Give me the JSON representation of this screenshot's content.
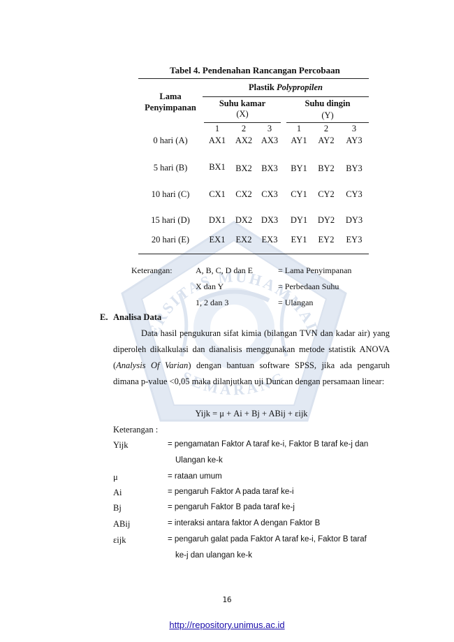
{
  "table": {
    "title": "Tabel 4. Pendenahan Rancangan Percobaan",
    "row_header_line1": "Lama",
    "row_header_line2": "Penyimpanan",
    "group_prefix": "Plastik ",
    "group_italic": "Polypropilen",
    "sub1_name": "Suhu kamar",
    "sub1_code": "(X)",
    "sub2_name": "Suhu dingin",
    "sub2_code": "(Y)",
    "rep_numbers": [
      "1",
      "2",
      "3",
      "1",
      "2",
      "3"
    ],
    "rows": [
      {
        "label": "0 hari (A)",
        "cells": [
          "AX1",
          "AX2",
          "AX3",
          "AY1",
          "AY2",
          "AY3"
        ]
      },
      {
        "label": "5 hari (B)",
        "cells": [
          "BX1",
          "BX2",
          "BX3",
          "BY1",
          "BY2",
          "BY3"
        ]
      },
      {
        "label": "10 hari (C)",
        "cells": [
          "CX1",
          "CX2",
          "CX3",
          "CY1",
          "CY2",
          "CY3"
        ]
      },
      {
        "label": "15 hari (D)",
        "cells": [
          "DX1",
          "DX2",
          "DX3",
          "DY1",
          "DY2",
          "DY3"
        ]
      },
      {
        "label": "20 hari (E)",
        "cells": [
          "EX1",
          "EX2",
          "EX3",
          "EY1",
          "EY2",
          "EY3"
        ]
      }
    ]
  },
  "keterangan": {
    "label": "Keterangan:",
    "items": [
      {
        "sym": "A, B, C, D dan E",
        "desc": "= Lama Penyimpanan"
      },
      {
        "sym": "X dan Y",
        "desc": "= Perbedaan Suhu"
      },
      {
        "sym": "1, 2 dan 3",
        "desc": "= Ulangan"
      }
    ]
  },
  "section": {
    "letter": "E.",
    "heading": "Analisa Data",
    "para_part1": "Data hasil pengukuran sifat kimia (bilangan TVN dan kadar air) yang diperoleh dikalkulasi dan dianalisis menggunakan metode statistik ANOVA (",
    "para_italic": "Analysis Of Varian",
    "para_part2": ") dengan bantuan software SPSS, jika ada pengaruh dimana p-value <0,05 maka dilanjutkan uji Duncan dengan persamaan linear:",
    "formula": "Yijk = μ + Ai + Bj + ABij + εijk",
    "ket_label": "Keterangan :",
    "defs": [
      {
        "sym": "Yijk",
        "desc": "= pengamatan Faktor A taraf  ke-i, Faktor B taraf ke-j dan",
        "cont": "Ulangan ke-k"
      },
      {
        "sym": "μ",
        "desc": "= rataan umum",
        "cont": ""
      },
      {
        "sym": "Ai",
        "desc": "= pengaruh Faktor A pada taraf ke-i",
        "cont": ""
      },
      {
        "sym": "Bj",
        "desc": "= pengaruh Faktor B pada taraf ke-j",
        "cont": ""
      },
      {
        "sym": "ABij",
        "desc": "= interaksi antara faktor A dengan Faktor B",
        "cont": ""
      },
      {
        "sym": "εijk",
        "desc": "= pengaruh  galat  pada Faktor A  taraf ke-i, Faktor B taraf",
        "cont": "ke-j dan ulangan ke-k"
      }
    ]
  },
  "watermark_text": {
    "top": "UNIVERSITAS MUHAMMADIYAH",
    "bottom": "SEMARANG"
  },
  "page_number": "16",
  "footer_link": "http://repository.unimus.ac.id"
}
